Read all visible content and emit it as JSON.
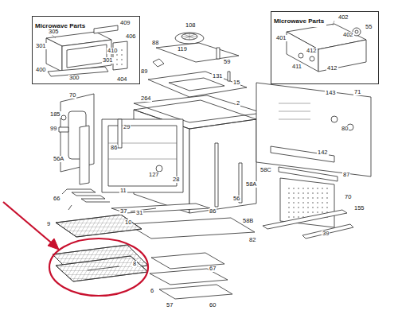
{
  "diagram": {
    "nodes": [
      {
        "text": [
          "Microwave Parts"
        ]
      },
      {
        "text": [
          "Microwave Parts"
        ]
      }
    ],
    "labels": [
      "409",
      "305",
      "406",
      "301",
      "410",
      "301",
      "400",
      "300",
      "404",
      "402",
      "401",
      "55",
      "402",
      "411",
      "412",
      "412",
      "108",
      "88",
      "119",
      "59",
      "89",
      "131",
      "15",
      "143",
      "71",
      "264",
      "2",
      "185",
      "70",
      "29",
      "99",
      "56A",
      "86",
      "80",
      "142",
      "127",
      "28",
      "58C",
      "87",
      "66",
      "11",
      "58A",
      "56",
      "70",
      "37",
      "31",
      "86",
      "58B",
      "155",
      "9",
      "10",
      "82",
      "39",
      "8",
      "67",
      "6",
      "57",
      "60"
    ]
  }
}
